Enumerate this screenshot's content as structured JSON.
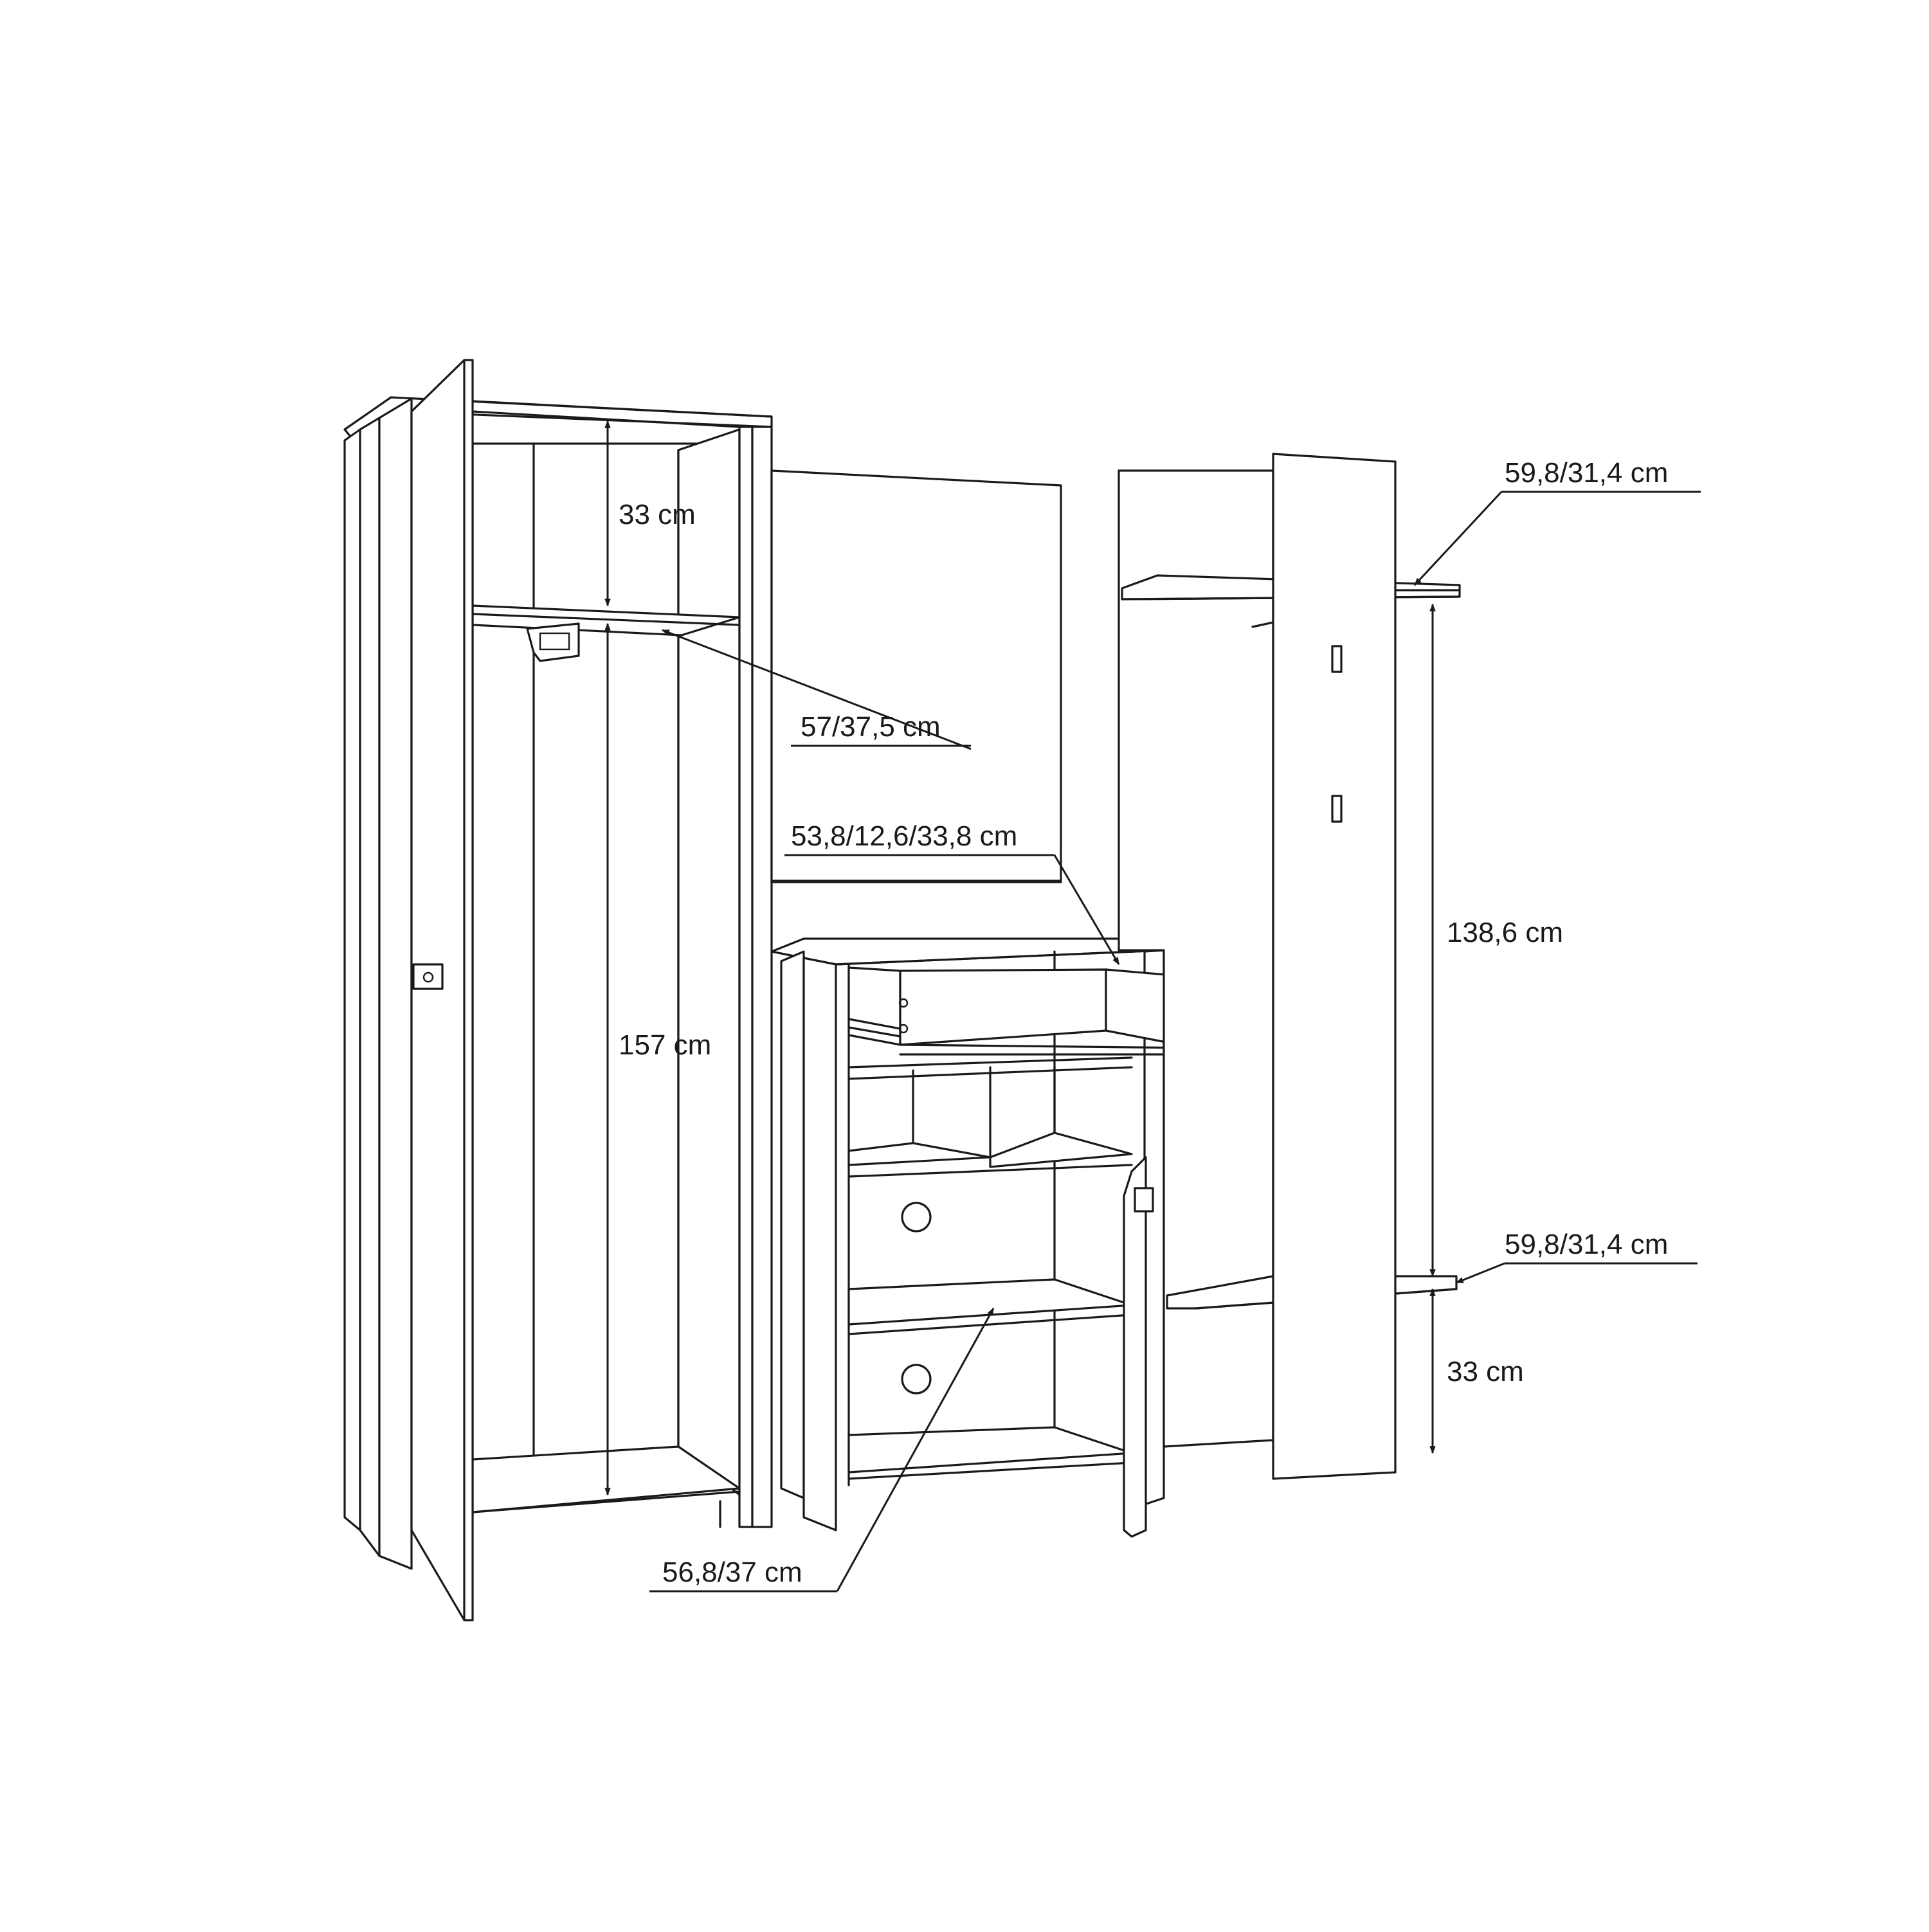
{
  "dimensions": {
    "wardrobe_top_height": "33 cm",
    "wardrobe_shelf": "57/37,5 cm",
    "wardrobe_hanging_height": "157 cm",
    "drawer": "53,8/12,6/33,8 cm",
    "cabinet_shelf": "56,8/37 cm",
    "coat_rack_top_shelf": "59,8/31,4 cm",
    "coat_rack_height": "138,6 cm",
    "coat_rack_bottom_shelf": "59,8/31,4 cm",
    "coat_rack_bottom_height": "33 cm"
  }
}
